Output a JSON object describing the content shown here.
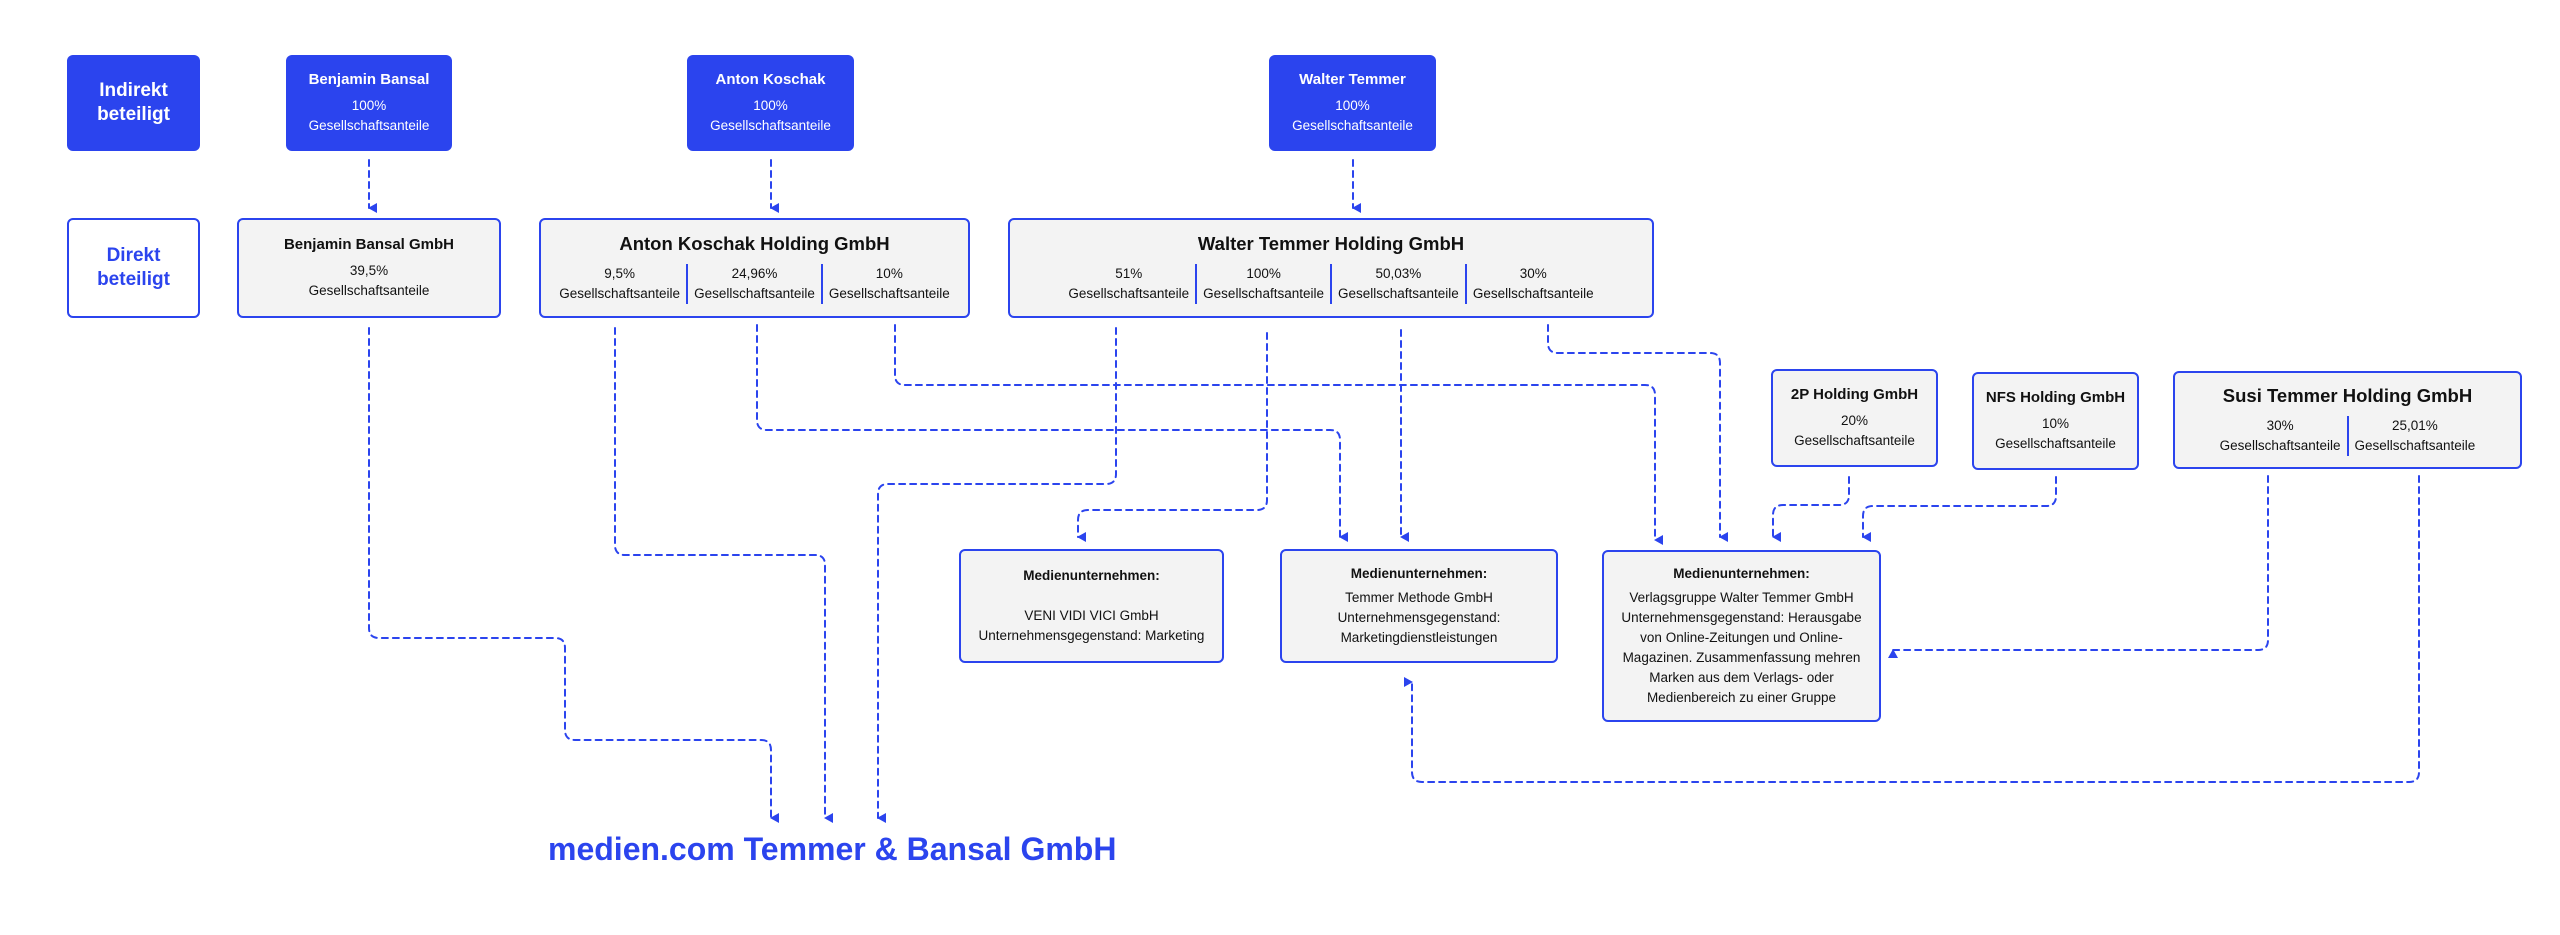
{
  "legend": {
    "indirect": "Indirekt beteiligt",
    "direct": "Direkt beteiligt"
  },
  "indirect_owners": [
    {
      "name": "Benjamin Bansal",
      "share": "100%",
      "share_label": "Gesellschaftsanteile"
    },
    {
      "name": "Anton Koschak",
      "share": "100%",
      "share_label": "Gesellschaftsanteile"
    },
    {
      "name": "Walter Temmer",
      "share": "100%",
      "share_label": "Gesellschaftsanteile"
    }
  ],
  "bansal_gmbh": {
    "name": "Benjamin Bansal GmbH",
    "share": "39,5%",
    "share_label": "Gesellschaftsanteile"
  },
  "koschak_holding": {
    "name": "Anton Koschak Holding GmbH",
    "shares": [
      {
        "value": "9,5%",
        "label": "Gesellschaftsanteile"
      },
      {
        "value": "24,96%",
        "label": "Gesellschaftsanteile"
      },
      {
        "value": "10%",
        "label": "Gesellschaftsanteile"
      }
    ]
  },
  "temmer_holding": {
    "name": "Walter Temmer Holding GmbH",
    "shares": [
      {
        "value": "51%",
        "label": "Gesellschaftsanteile"
      },
      {
        "value": "100%",
        "label": "Gesellschaftsanteile"
      },
      {
        "value": "50,03%",
        "label": "Gesellschaftsanteile"
      },
      {
        "value": "30%",
        "label": "Gesellschaftsanteile"
      }
    ]
  },
  "p2_holding": {
    "name": "2P Holding GmbH",
    "share": "20%",
    "share_label": "Gesellschaftsanteile"
  },
  "nfs_holding": {
    "name": "NFS Holding GmbH",
    "share": "10%",
    "share_label": "Gesellschaftsanteile"
  },
  "susi_holding": {
    "name": "Susi Temmer Holding GmbH",
    "shares": [
      {
        "value": "30%",
        "label": "Gesellschaftsanteile"
      },
      {
        "value": "25,01%",
        "label": "Gesellschaftsanteile"
      }
    ]
  },
  "media_companies": [
    {
      "title": "Medienunternehmen:",
      "lines": [
        "VENI VIDI VICI GmbH",
        "Unternehmensgegenstand: Marketing"
      ]
    },
    {
      "title": "Medienunternehmen:",
      "lines": [
        "Temmer Methode GmbH",
        "Unternehmensgegenstand:",
        "Marketingdienstleistungen"
      ]
    },
    {
      "title": "Medienunternehmen:",
      "lines": [
        "Verlagsgruppe Walter Temmer GmbH",
        "Unternehmensgegenstand: Herausgabe",
        "von Online-Zeitungen und Online-",
        "Magazinen. Zusammenfassung mehren",
        "Marken aus dem Verlags- oder",
        "Medienbereich zu einer Gruppe"
      ]
    }
  ],
  "target": {
    "name": "medien.com Temmer & Bansal GmbH"
  },
  "colors": {
    "accent": "#2b44ee",
    "box_fill": "#f3f3f3",
    "connector": "#2b44ee"
  }
}
